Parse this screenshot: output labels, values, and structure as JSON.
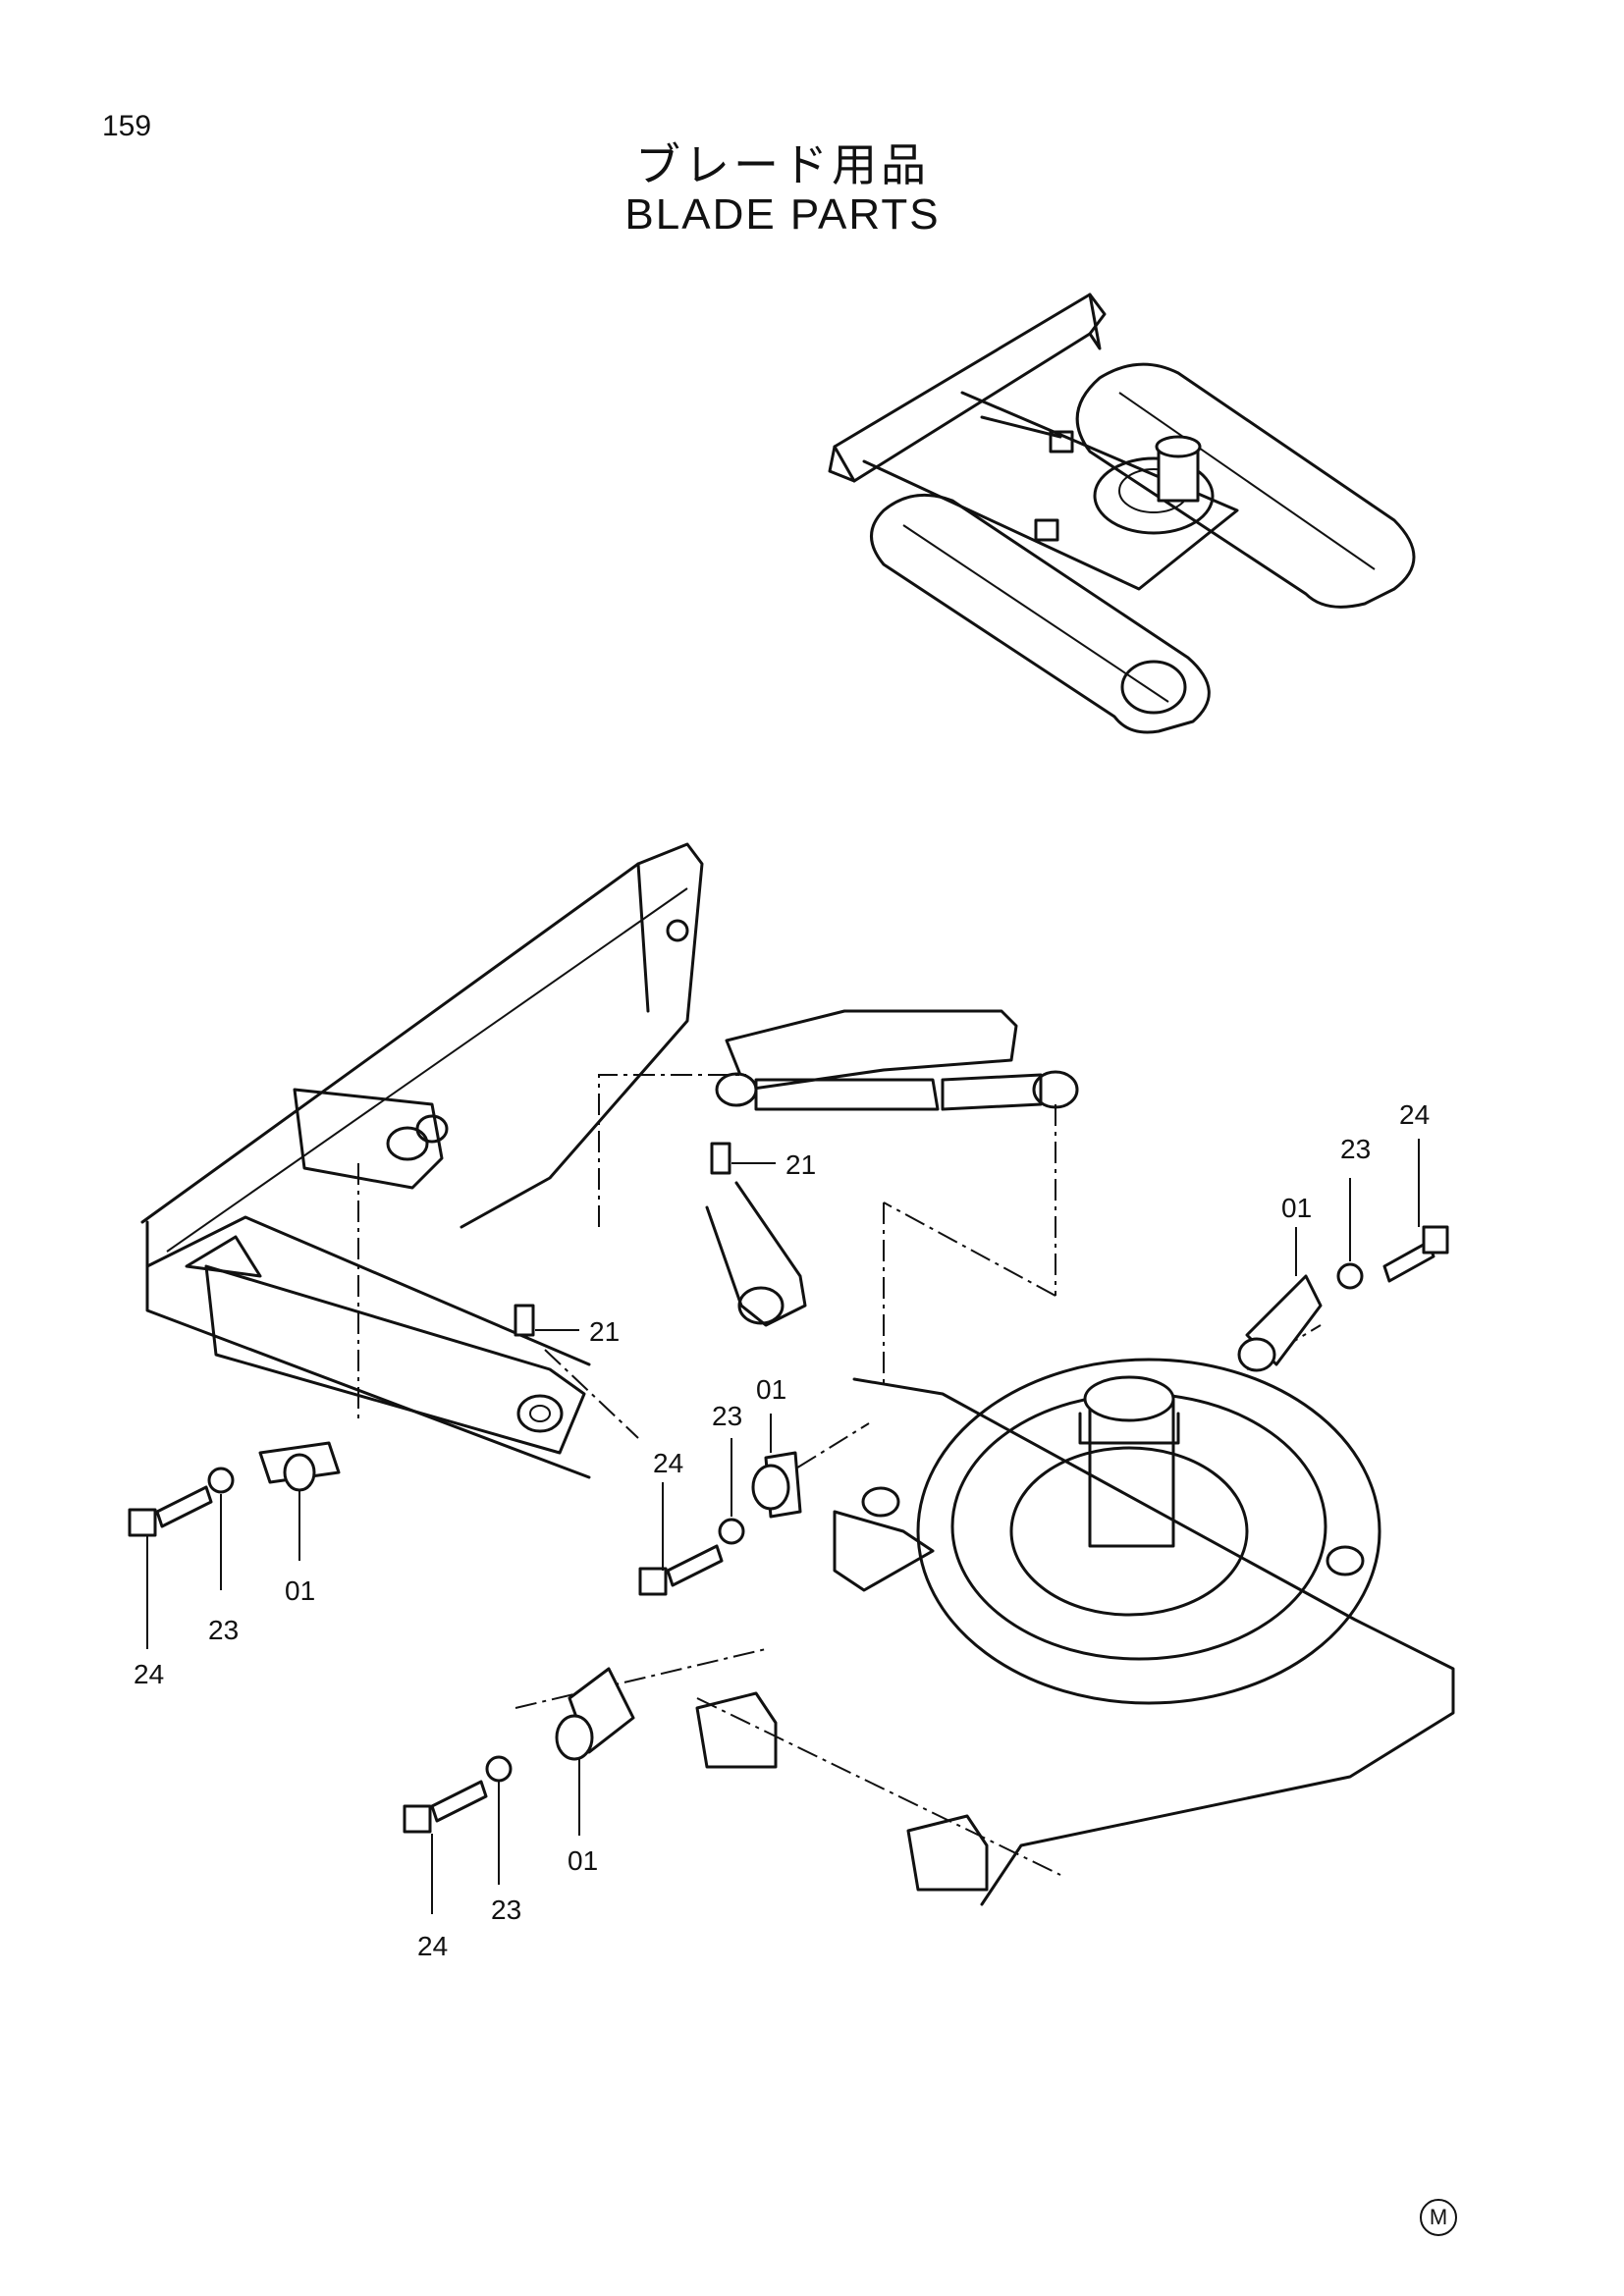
{
  "page": {
    "number": "159"
  },
  "title": {
    "japanese": "ブレード用品",
    "english": "BLADE PARTS"
  },
  "callouts": {
    "c1": "01",
    "c2": "23",
    "c3": "24",
    "c4": "21",
    "c5": "21",
    "c6": "24",
    "c7": "23",
    "c8": "01",
    "c9": "24",
    "c10": "23",
    "c11": "01",
    "c12": "01",
    "c13": "23",
    "c14": "24"
  },
  "footer": {
    "mark": "M"
  }
}
